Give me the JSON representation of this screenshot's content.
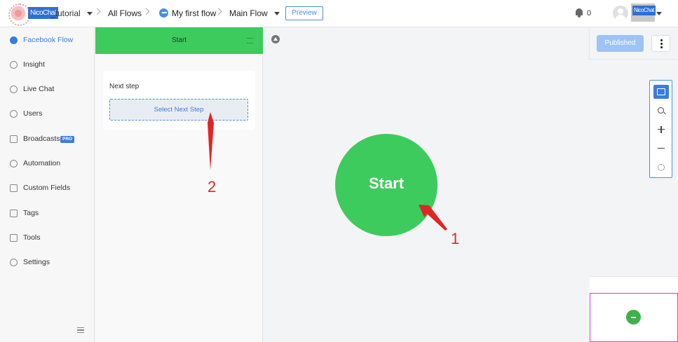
{
  "header": {
    "brand_badge": "NicoChat",
    "brand_name": "_tutorial",
    "breadcrumbs": [
      "All Flows",
      "My first flow",
      "Main Flow"
    ],
    "preview_label": "Preview",
    "notification_count": "0",
    "user_badge": "NicoChat"
  },
  "sidebar": {
    "items": [
      {
        "label": "Facebook Flow",
        "icon": "messenger-icon",
        "active": true
      },
      {
        "label": "Insight",
        "icon": "gauge-icon"
      },
      {
        "label": "Live Chat",
        "icon": "headset-icon"
      },
      {
        "label": "Users",
        "icon": "user-icon"
      },
      {
        "label": "Broadcasts",
        "icon": "send-icon",
        "badge": "PRO"
      },
      {
        "label": "Automation",
        "icon": "globe-icon"
      },
      {
        "label": "Custom Fields",
        "icon": "fields-icon"
      },
      {
        "label": "Tags",
        "icon": "tag-icon"
      },
      {
        "label": "Tools",
        "icon": "toolbox-icon"
      },
      {
        "label": "Settings",
        "icon": "gear-icon"
      }
    ]
  },
  "panel": {
    "title": "Start",
    "card_label": "Next step",
    "next_step_button": "Select Next Step"
  },
  "canvas": {
    "start_node_label": "Start",
    "publish_label": "Published"
  },
  "annotations": [
    "1",
    "2"
  ],
  "colors": {
    "accent_green": "#3ecb5d",
    "accent_blue": "#3b7ddd",
    "annotation_red": "#e02525",
    "highlight_pink": "#e23ad8"
  }
}
